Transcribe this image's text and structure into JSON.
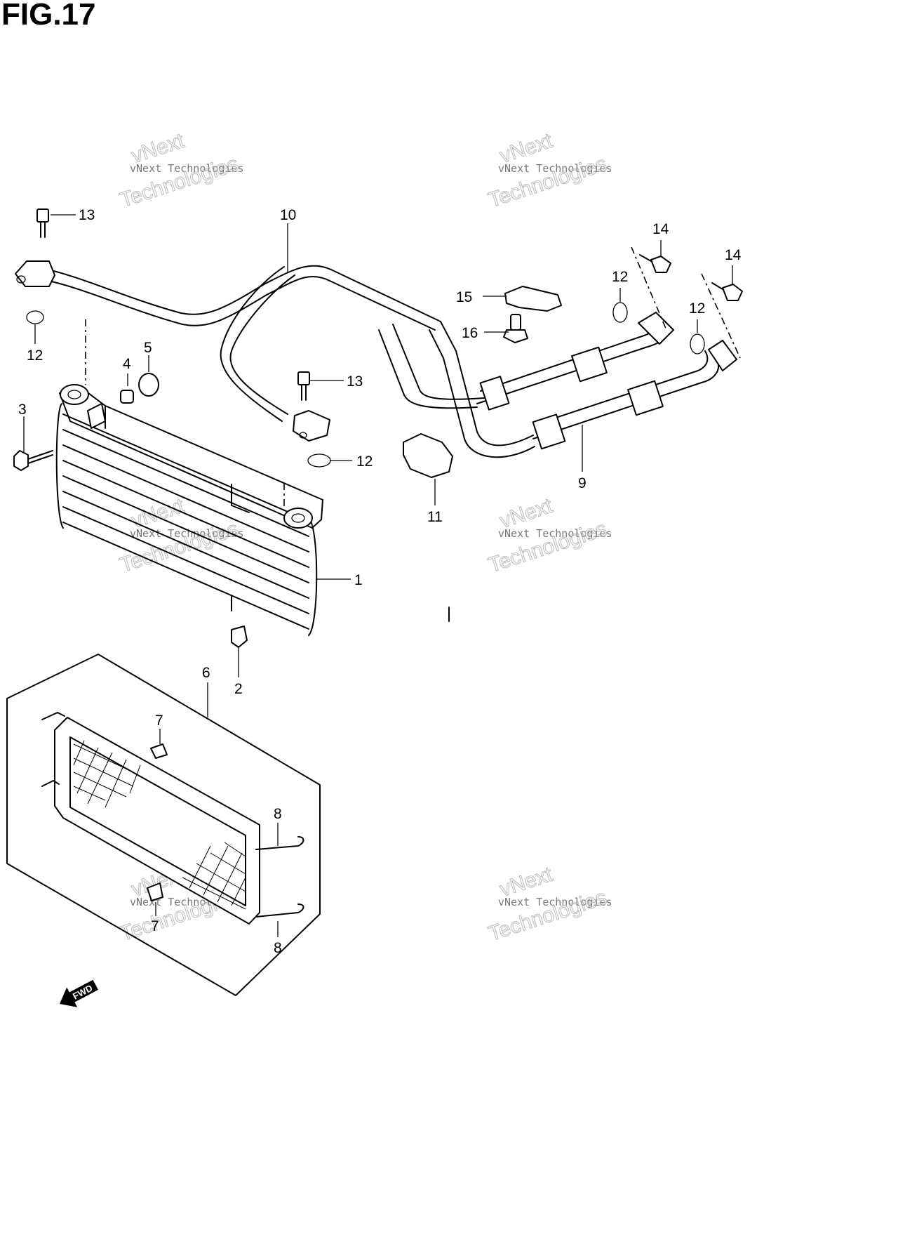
{
  "figure": {
    "title": "FIG.17"
  },
  "watermark": {
    "line1": "vNext Technologies",
    "line2": "vNext",
    "line3": "Technologies"
  },
  "direction_label": "FWD",
  "callouts": {
    "c1": "1",
    "c2": "2",
    "c3": "3",
    "c4": "4",
    "c5": "5",
    "c6": "6",
    "c7a": "7",
    "c7b": "7",
    "c8a": "8",
    "c8b": "8",
    "c9": "9",
    "c10": "10",
    "c11": "11",
    "c12a": "12",
    "c12b": "12",
    "c12c": "12",
    "c12d": "12",
    "c13a": "13",
    "c13b": "13",
    "c14a": "14",
    "c14b": "14",
    "c15": "15",
    "c16": "16"
  }
}
